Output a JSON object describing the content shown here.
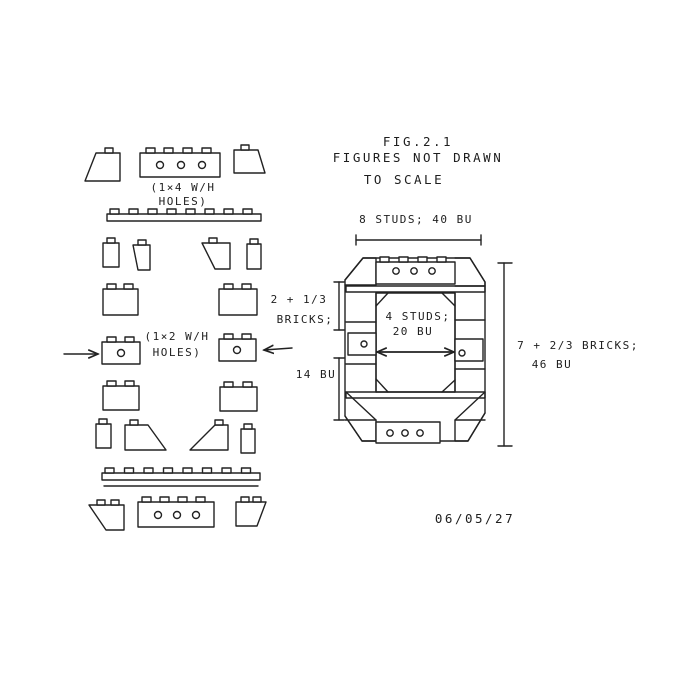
{
  "fig": {
    "number": "FIG.2.1",
    "note_line1": "FIGURES NOT DRAWN",
    "note_line2": "TO SCALE"
  },
  "labels": {
    "brick_1x4_line1": "(1×4 W/H",
    "brick_1x4_line2": "HOLES)",
    "brick_1x2_line1": "(1×2 W/H",
    "brick_1x2_line2": "HOLES)",
    "width_top": "8 STUDS; 40 BU",
    "inner_line1": "4 STUDS;",
    "inner_line2": "20 BU",
    "left_dim_line1": "2 + 1/3",
    "left_dim_line2": "BRICKS;",
    "left_dim_line3": "14 BU",
    "right_dim_line1": "7 + 2/3 BRICKS;",
    "right_dim_line2": "46 BU",
    "date": "06/05/27"
  }
}
